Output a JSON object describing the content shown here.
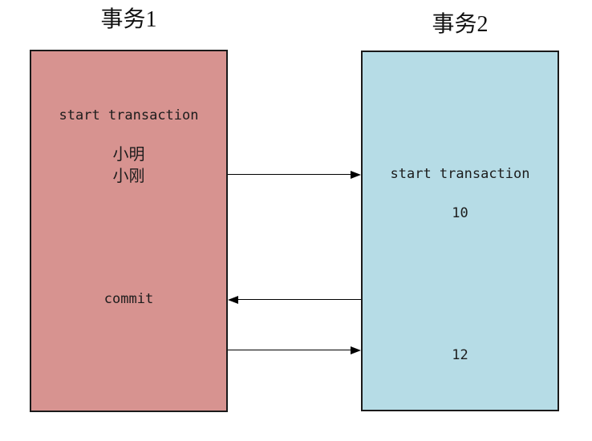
{
  "diagram": {
    "background": "#ffffff",
    "stroke_color": "#000000",
    "transaction1": {
      "title": "事务1",
      "fill": "#d79390",
      "start_label": "start transaction",
      "row1": "小明",
      "row2": "小刚",
      "commit_label": "commit"
    },
    "transaction2": {
      "title": "事务2",
      "fill": "#b6dce6",
      "start_label": "start transaction",
      "value1": "10",
      "value2": "12"
    },
    "arrows": [
      {
        "from": "transaction1",
        "to": "transaction2",
        "direction": "right"
      },
      {
        "from": "transaction2",
        "to": "transaction1",
        "direction": "left"
      },
      {
        "from": "transaction1",
        "to": "transaction2",
        "direction": "right"
      }
    ]
  }
}
